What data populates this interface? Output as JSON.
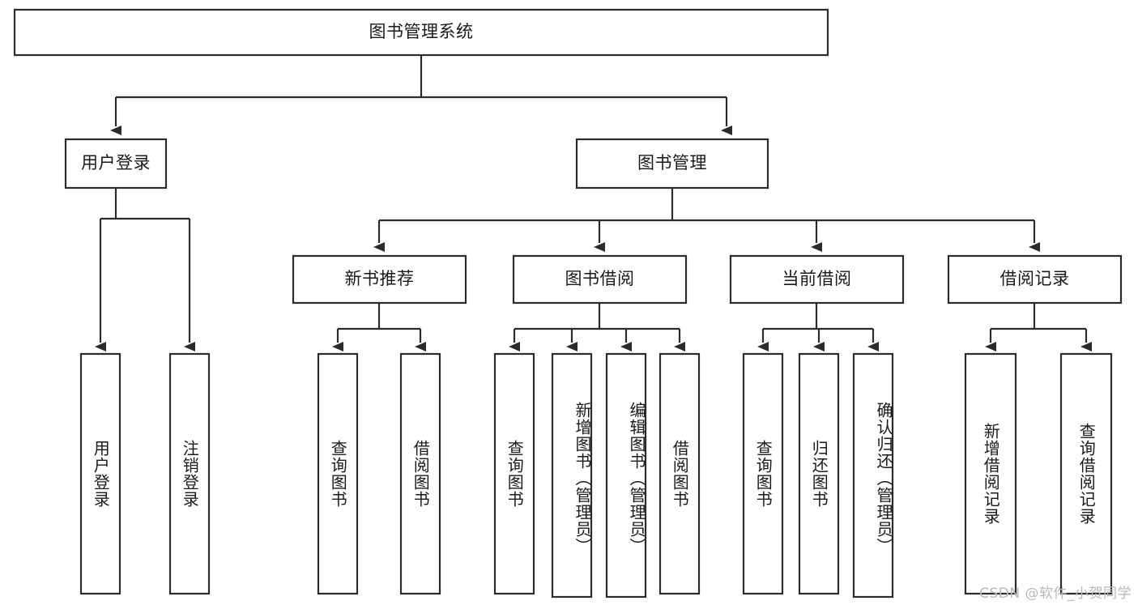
{
  "diagram": {
    "type": "tree-hierarchy",
    "title": "图书管理系统",
    "watermark": "CSDN @软件_小贺同学",
    "colors": {
      "box_stroke": "#2b2b2b",
      "box_fill": "#ffffff",
      "text": "#1a1a1a",
      "background": "#ffffff",
      "watermark": "#b9b9b9"
    },
    "root": {
      "label": "图书管理系统"
    },
    "level2": [
      {
        "label": "用户登录"
      },
      {
        "label": "图书管理"
      }
    ],
    "level3": [
      {
        "label": "新书推荐"
      },
      {
        "label": "图书借阅"
      },
      {
        "label": "当前借阅"
      },
      {
        "label": "借阅记录"
      }
    ],
    "leaves": {
      "user_login": [
        {
          "label": "用户登录"
        },
        {
          "label": "注销登录"
        }
      ],
      "new_book_recommend": [
        {
          "label": "查询图书"
        },
        {
          "label": "借阅图书"
        }
      ],
      "book_borrow": [
        {
          "label": "查询图书"
        },
        {
          "label": "新增图书（管理员）"
        },
        {
          "label": "编辑图书（管理员）"
        },
        {
          "label": "借阅图书"
        }
      ],
      "current_borrow": [
        {
          "label": "查询图书"
        },
        {
          "label": "归还图书"
        },
        {
          "label": "确认归还（管理员）"
        }
      ],
      "borrow_record": [
        {
          "label": "新增借阅记录"
        },
        {
          "label": "查询借阅记录"
        }
      ]
    }
  }
}
